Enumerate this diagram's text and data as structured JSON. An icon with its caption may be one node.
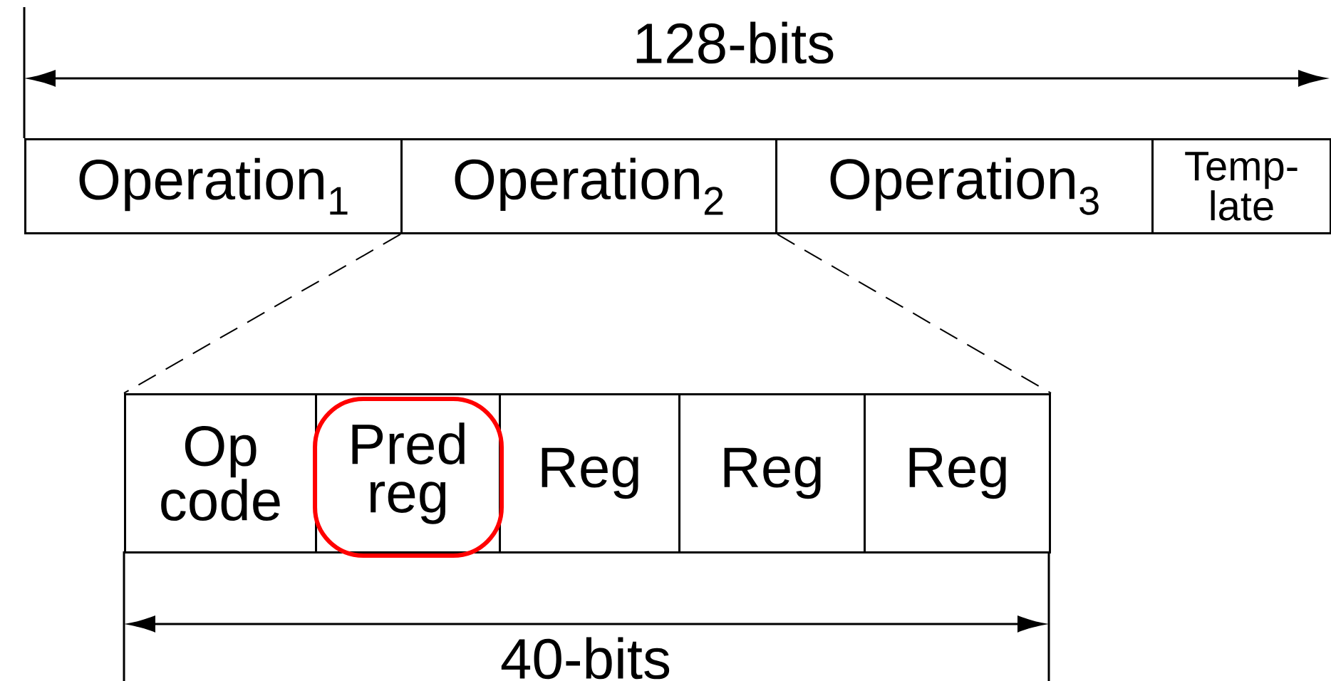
{
  "diagram": {
    "nodes": [
      {
        "text": [
          "Operation$_{1}$"
        ]
      },
      {
        "text": [
          "Operation$_{2}$"
        ]
      },
      {
        "text": [
          "Operation$_{3}$"
        ]
      },
      {
        "text": [
          "Temp- late"
        ]
      },
      {
        "text": [
          "Op code"
        ]
      },
      {
        "text": [
          "Pred reg"
        ]
      },
      {
        "text": [
          "Reg"
        ]
      },
      {
        "text": [
          "Reg"
        ]
      },
      {
        "text": [
          "Reg"
        ]
      }
    ],
    "edges": [
      {
        "from": 1,
        "to": 4,
        "arrow": "none",
        "style": "dashed"
      },
      {
        "from": 1,
        "to": 8,
        "arrow": "none",
        "style": "dashed"
      }
    ],
    "labels": [
      "128-bits",
      "40-bits"
    ]
  }
}
